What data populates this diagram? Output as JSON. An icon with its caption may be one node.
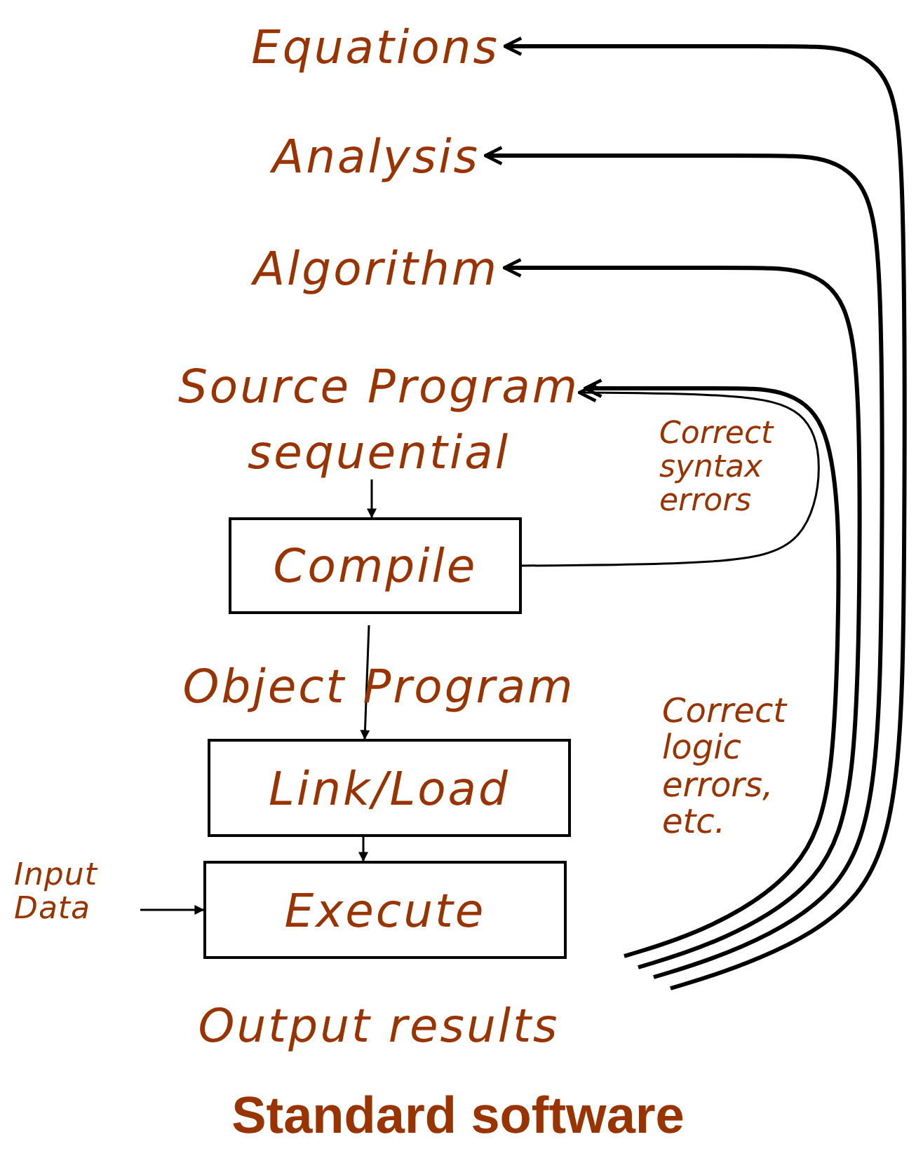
{
  "diagram": {
    "caption": "Standard software",
    "nodes": [
      {
        "text": [
          "Equations"
        ]
      },
      {
        "text": [
          "Analysis"
        ]
      },
      {
        "text": [
          "Algorithm"
        ]
      },
      {
        "text": [
          "Source Program",
          "sequential"
        ]
      },
      {
        "text": [
          "Compile"
        ]
      },
      {
        "text": [
          "Object Program"
        ]
      },
      {
        "text": [
          "Link/Load"
        ]
      },
      {
        "text": [
          "Execute"
        ]
      },
      {
        "text": [
          "Input Data"
        ]
      },
      {
        "text": [
          "Output results"
        ]
      }
    ],
    "edges": [
      {
        "from": 3,
        "to": 4,
        "arrow": "to"
      },
      {
        "from": 4,
        "to": 3,
        "arrow": "to",
        "label": "Correct syntax errors"
      },
      {
        "from": 4,
        "to": 6,
        "arrow": "to"
      },
      {
        "from": 6,
        "to": 7,
        "arrow": "to"
      },
      {
        "from": 8,
        "to": 7,
        "arrow": "to"
      },
      {
        "from": null,
        "to": 3,
        "arrow": "to",
        "style": "thick"
      },
      {
        "from": null,
        "to": 2,
        "arrow": "to",
        "style": "thick"
      },
      {
        "from": null,
        "to": 1,
        "arrow": "to",
        "style": "thick"
      },
      {
        "from": null,
        "to": 0,
        "arrow": "to",
        "style": "thick"
      }
    ],
    "labels": [
      "Correct logic errors, etc."
    ]
  }
}
